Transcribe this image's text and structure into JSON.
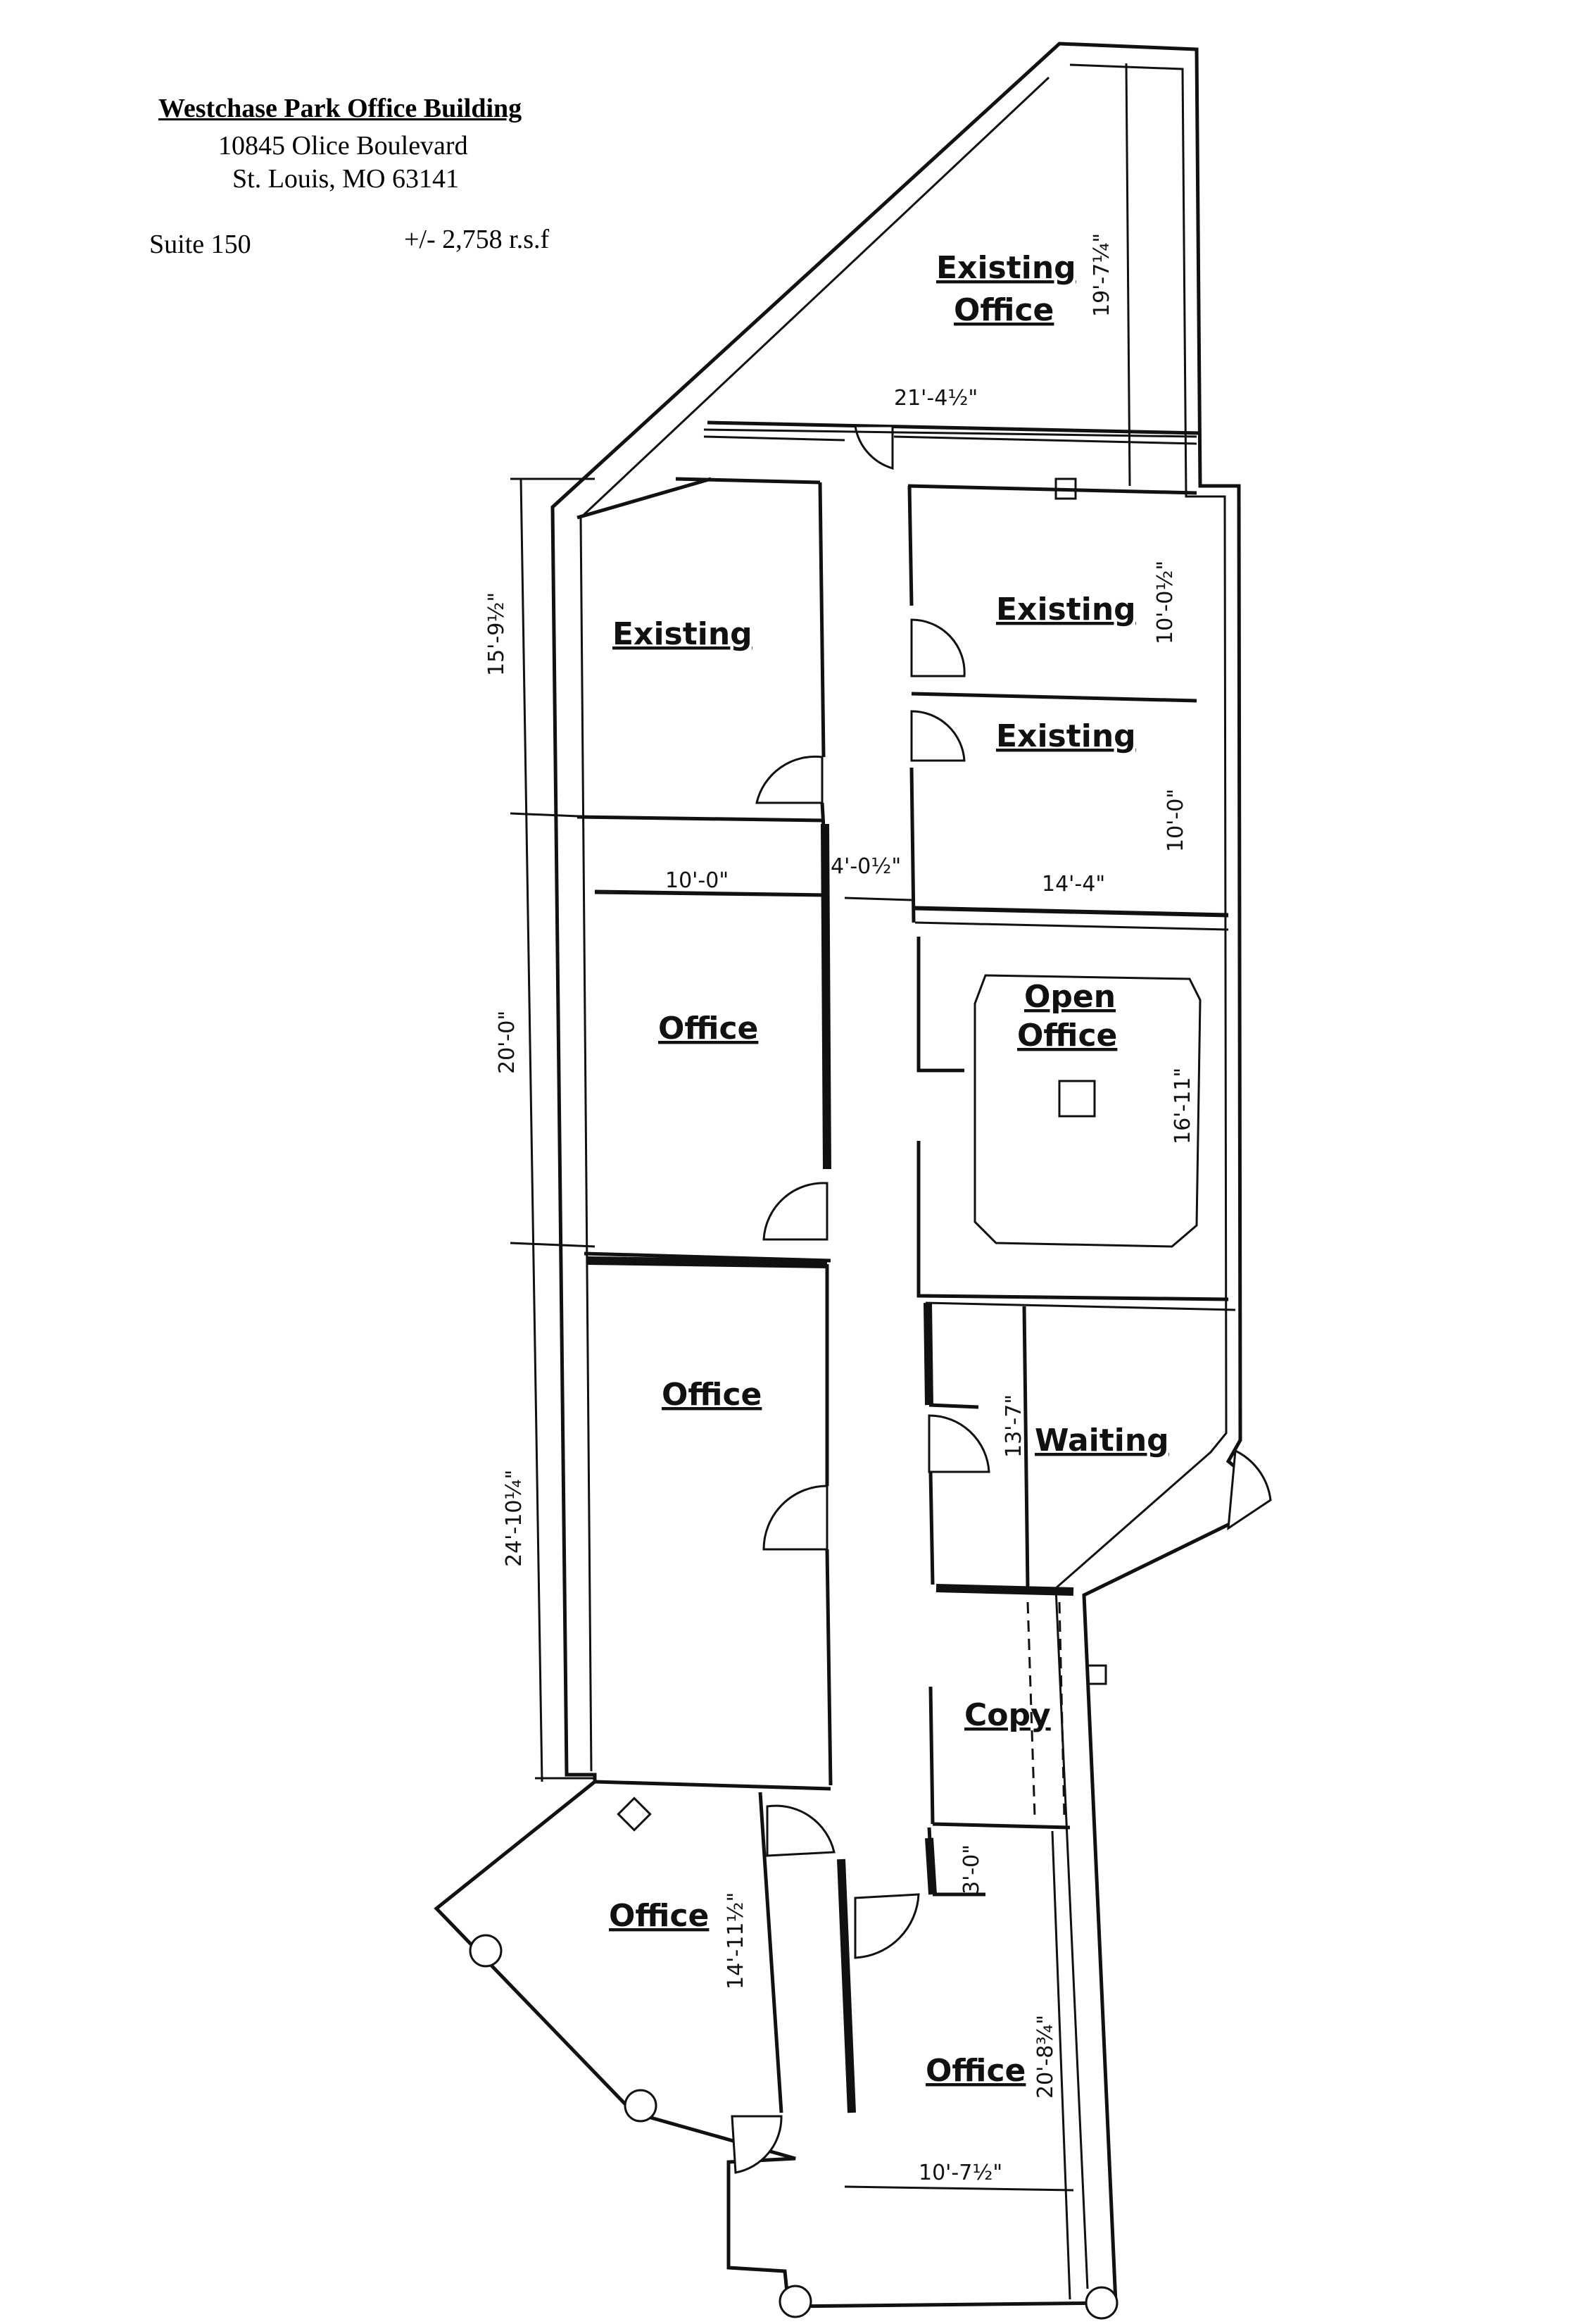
{
  "header": {
    "building_name": "Westchase Park Office Building",
    "address_line1": "10845 Olice Boulevard",
    "address_line2": "St. Louis, MO 63141",
    "suite": "Suite 150",
    "area": "+/- 2,758 r.s.f"
  },
  "rooms": {
    "existing_office_line1": "Existing",
    "existing_office_line2": "Office",
    "existing_left": "Existing",
    "existing_right_top": "Existing",
    "existing_right_mid": "Existing",
    "office_1": "Office",
    "open_office_line1": "Open",
    "open_office_line2": "Office",
    "office_2": "Office",
    "waiting": "Waiting",
    "copy": "Copy",
    "office_3": "Office",
    "office_4": "Office"
  },
  "dimensions": {
    "existing_office_height": "19'-7¼\"",
    "top_width": "21'-4½\"",
    "existing_right_top_height": "10'-0½\"",
    "left_top_height": "15'-9½\"",
    "existing_right_mid_height": "10'-0\"",
    "office_1_width": "10'-0\"",
    "corridor_width": "4'-0½\"",
    "right_width": "14'-4\"",
    "left_mid_height": "20'-0\"",
    "open_office_height": "16'-11\"",
    "waiting_height": "13'-7\"",
    "left_bottom_height": "24'-10¼\"",
    "copy_depth": "3'-0\"",
    "office_3_height": "14'-11½\"",
    "office_4_height": "20'-8¾\"",
    "office_4_width": "10'-7½\""
  }
}
